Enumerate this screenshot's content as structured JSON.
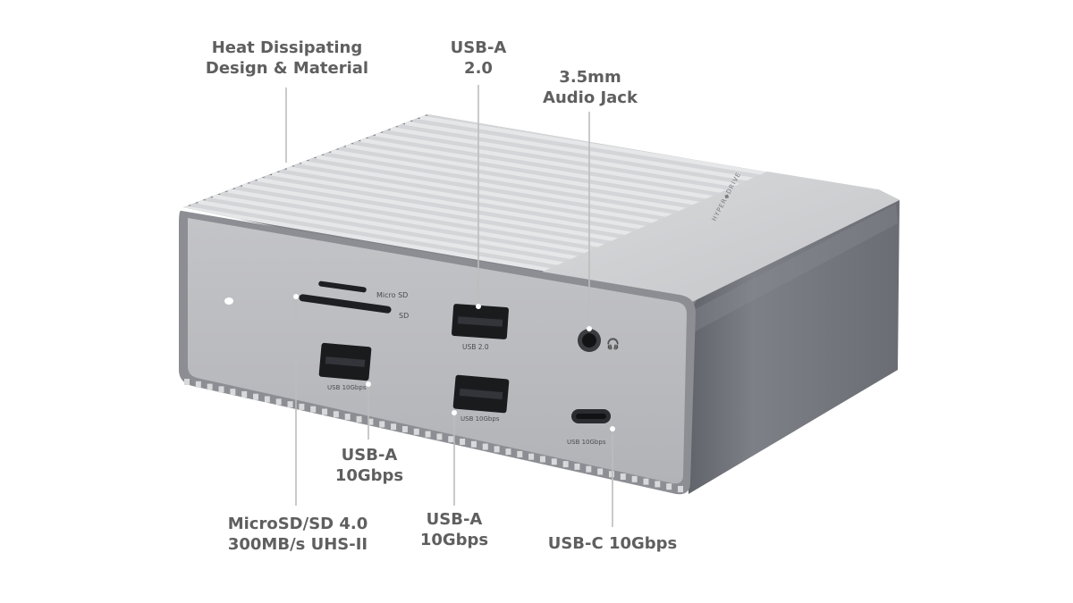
{
  "callouts": {
    "heat": {
      "line1": "Heat Dissipating",
      "line2": "Design & Material"
    },
    "usb_a_20": {
      "line1": "USB-A",
      "line2": "2.0"
    },
    "audio": {
      "line1": "3.5mm",
      "line2": "Audio Jack"
    },
    "usb_a_10_left": {
      "line1": "USB-A",
      "line2": "10Gbps"
    },
    "microsd": {
      "line1": "MicroSD/SD 4.0",
      "line2": "300MB/s UHS-II"
    },
    "usb_a_10_mid": {
      "line1": "USB-A",
      "line2": "10Gbps"
    },
    "usb_c": {
      "line1": "USB-C 10Gbps"
    }
  },
  "device": {
    "brand_text": "HYPER◆DRIVE",
    "port_labels": {
      "micro_sd": "Micro SD",
      "sd": "SD",
      "usb_20": "USB 2.0",
      "usb_10_left": "USB 10Gbps",
      "usb_10_mid": "USB 10Gbps",
      "usb_c": "USB 10Gbps"
    }
  },
  "colors": {
    "callout_text": "#5f5f5f",
    "leader_line": "#bdbdbd",
    "front_panel": "#b9babd",
    "body_side": "#6e7177",
    "port_dark": "#1a1b1d"
  }
}
